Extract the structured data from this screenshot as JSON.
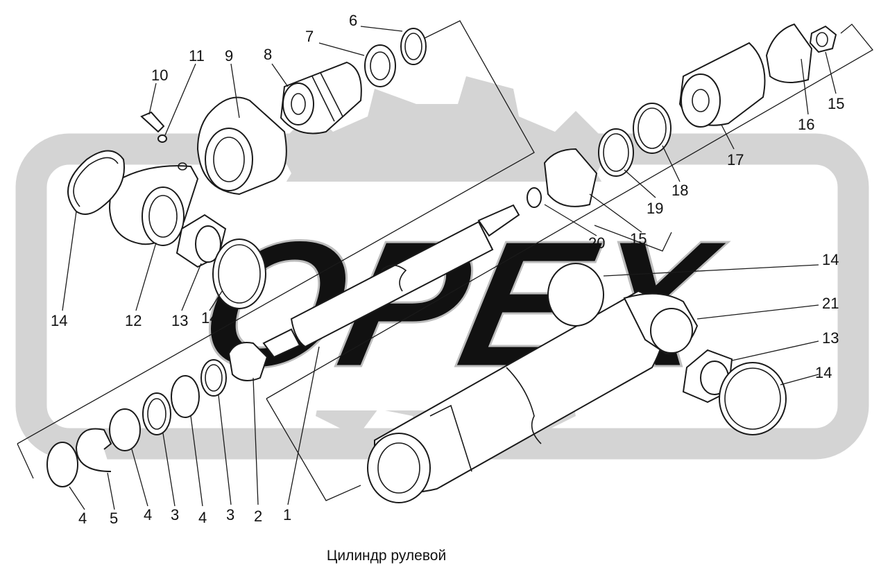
{
  "caption": "Цилиндр рулевой",
  "watermark": {
    "text": "ОРЕХ",
    "color": "#d4d4d4"
  },
  "callouts": [
    "4",
    "5",
    "4",
    "3",
    "4",
    "3",
    "2",
    "1",
    "12",
    "13",
    "14",
    "14",
    "10",
    "11",
    "9",
    "8",
    "7",
    "6",
    "20",
    "15",
    "19",
    "18",
    "17",
    "16",
    "15",
    "14",
    "21",
    "13",
    "14"
  ]
}
